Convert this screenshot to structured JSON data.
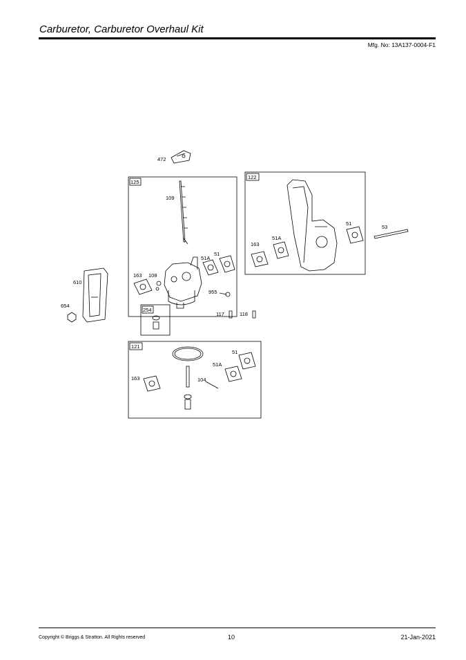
{
  "header": {
    "title": "Carburetor, Carburetor Overhaul Kit",
    "mfg_no": "Mfg. No: 13A137-0004-F1"
  },
  "diagram": {
    "callouts": {
      "c472": "472",
      "c125": "125",
      "c109": "109",
      "c51a_125": "51A",
      "c51_125": "51",
      "c163_125": "163",
      "c108": "108",
      "c955": "955",
      "c254": "254",
      "c117": "117",
      "c118": "118",
      "c610": "610",
      "c654": "654",
      "c122": "122",
      "c163_122": "163",
      "c51a_122": "51A",
      "c51_122": "51",
      "c53": "53",
      "c121": "121",
      "c51_121": "51",
      "c51a_121": "51A",
      "c163_121": "163",
      "c104": "104"
    }
  },
  "footer": {
    "copyright": "Copyright © Briggs & Stratton. All Rights reserved",
    "page": "10",
    "date": "21-Jan-2021"
  }
}
